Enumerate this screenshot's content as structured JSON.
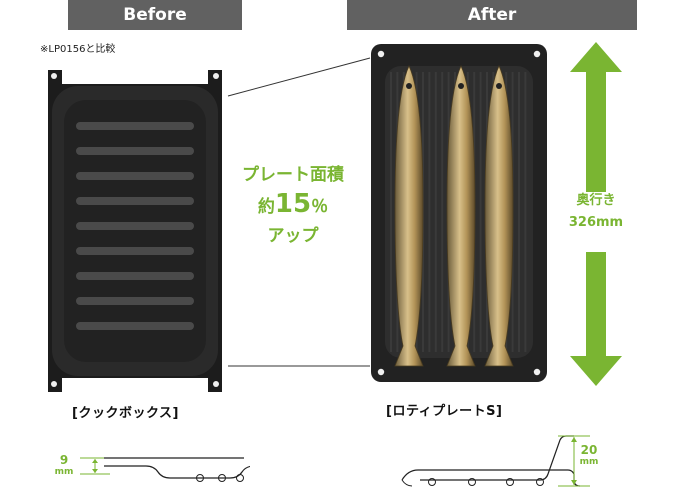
{
  "before_label": "Before",
  "after_label": "After",
  "comparison_note": "※LP0156と比較",
  "increase": {
    "line1": "プレート面積",
    "line2_prefix": "約",
    "number": "15",
    "unit": "％",
    "line3": "アップ"
  },
  "depth": {
    "label": "奥行き",
    "value": "326mm"
  },
  "before_caption": "[クックボックス]",
  "after_caption": "[ロティプレートS]",
  "before_height": {
    "value": "9",
    "unit": "mm"
  },
  "after_height": {
    "value": "20",
    "unit": "mm"
  },
  "colors": {
    "accent_green": "#7ab532",
    "header_gray": "#616161",
    "tray_black": "#1f1f1f"
  },
  "fish_count": 3
}
